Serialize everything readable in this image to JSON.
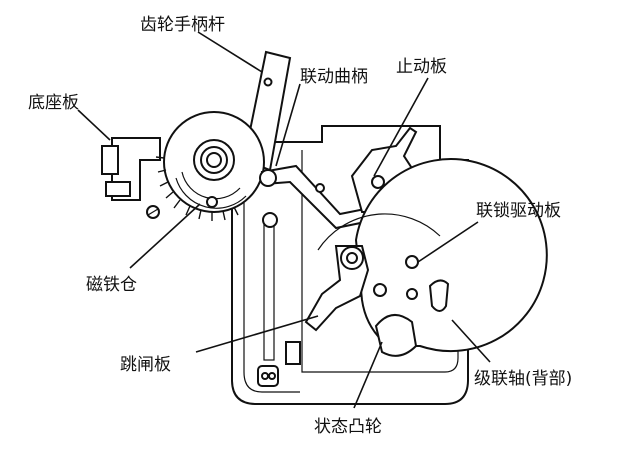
{
  "labels": {
    "gear_handle_lever": "齿轮手柄杆",
    "base_plate": "底座板",
    "linkage_crank": "联动曲柄",
    "stop_plate": "止动板",
    "interlock_drive_plate": "联锁驱动板",
    "magnet_housing": "磁铁仓",
    "trip_plate": "跳闸板",
    "cascade_shaft_back": "级联轴(背部)",
    "state_cam": "状态凸轮"
  }
}
